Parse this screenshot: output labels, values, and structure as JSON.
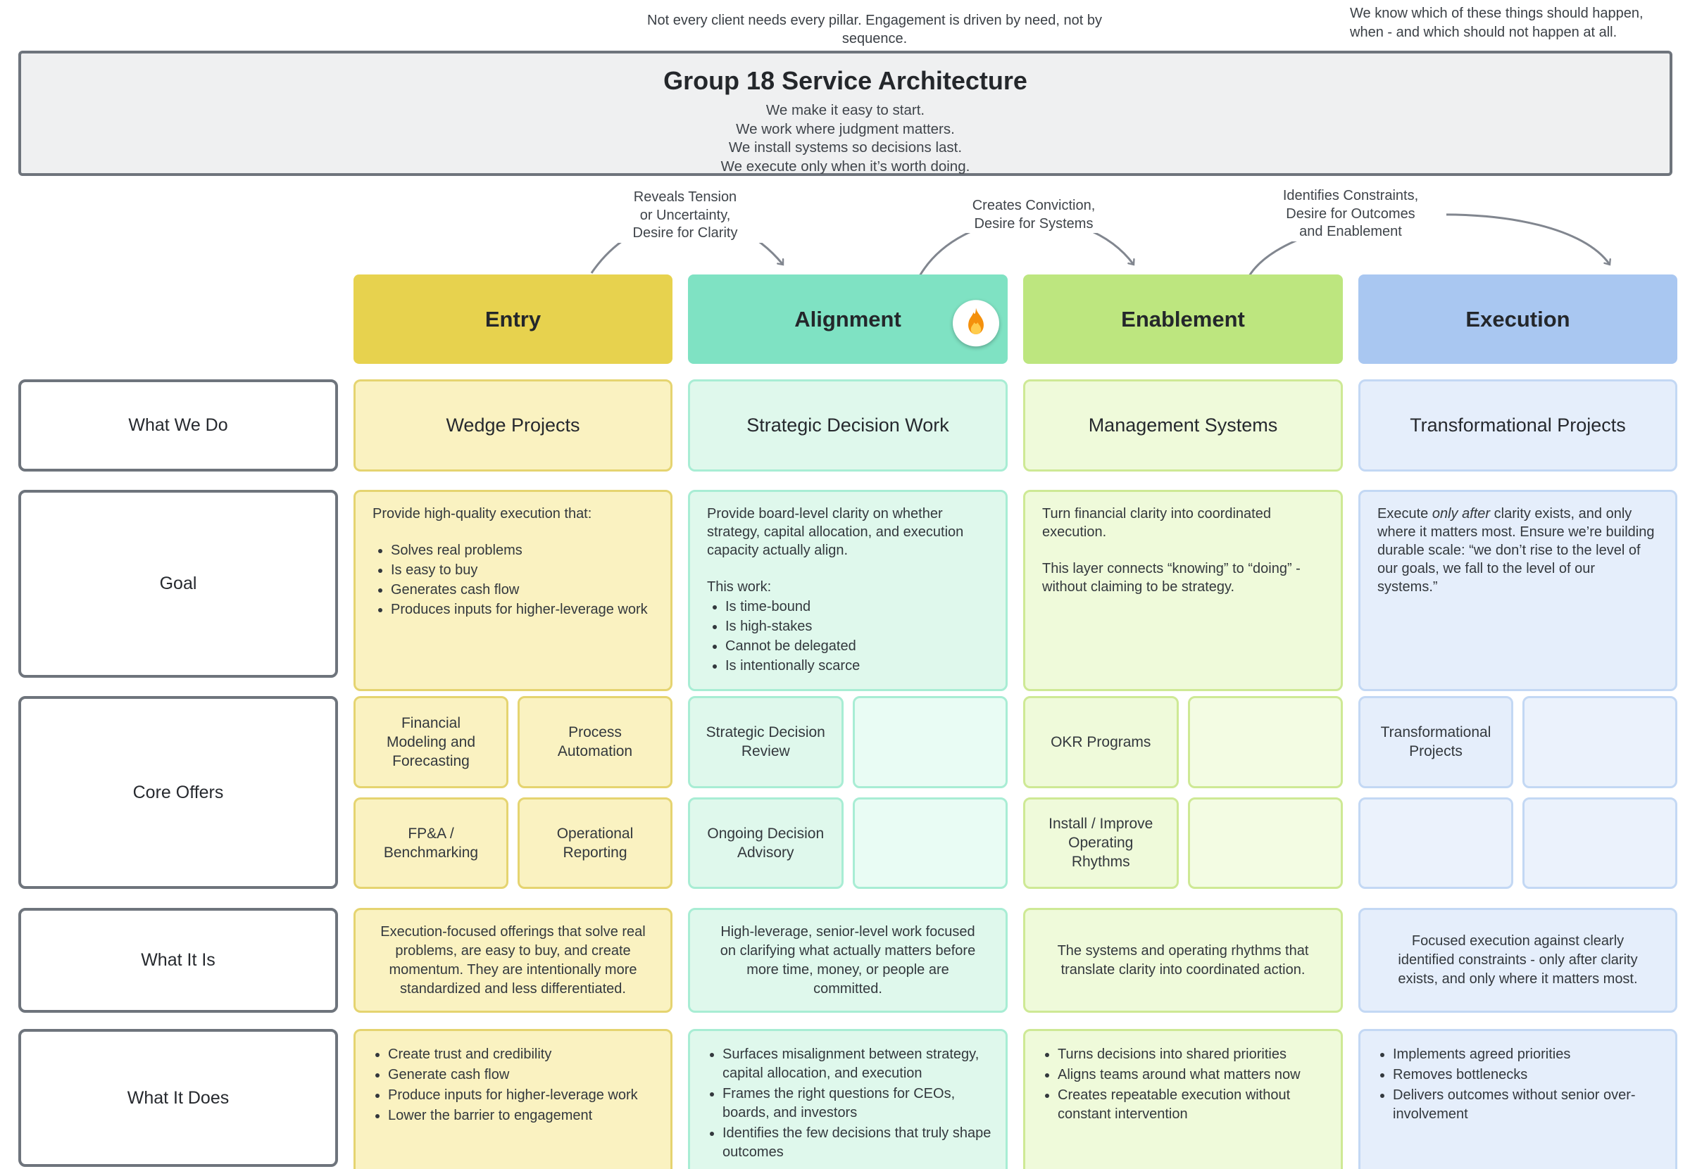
{
  "annotations": {
    "top_center": "Not every client needs every pillar. Engagement is driven by need, not by sequence.",
    "top_right": [
      "We know which of these things should happen,",
      "when - and which should not happen at all."
    ]
  },
  "header": {
    "title": "Group 18 Service Architecture",
    "taglines": [
      "We make it easy to start.",
      "We work where judgment matters.",
      "We install systems so decisions last.",
      "We execute only when it’s worth doing."
    ]
  },
  "arrow_labels": [
    {
      "lines": [
        "Reveals Tension",
        "or Uncertainty,",
        "Desire for Clarity"
      ]
    },
    {
      "lines": [
        "Creates Conviction,",
        "Desire for Systems"
      ]
    },
    {
      "lines": [
        "Identifies Constraints,",
        "Desire for Outcomes",
        "and Enablement"
      ]
    }
  ],
  "row_labels": [
    "What We Do",
    "Goal",
    "Core Offers",
    "What It Is",
    "What It Does"
  ],
  "pillars": [
    {
      "name": "Entry",
      "badge": null,
      "colors": {
        "header": "#E7D24E",
        "cell_bg": "#FAF2C1",
        "border": "#E5D470",
        "empty_bg": "#FBF5CF"
      },
      "what_we_do": "Wedge Projects",
      "goal": [
        {
          "type": "p",
          "parts": [
            {
              "text": "Provide high-quality execution that:"
            }
          ]
        },
        {
          "type": "ul",
          "items": [
            "Solves real problems",
            "Is easy to buy",
            "Generates cash flow",
            "Produces inputs for higher-leverage work"
          ]
        }
      ],
      "core_offers": [
        "Financial Modeling and Forecasting",
        "Process Automation",
        "FP&A / Benchmarking",
        "Operational Reporting"
      ],
      "what_it_is": "Execution-focused offerings that solve real problems, are easy to buy, and create momentum. They are intentionally more standardized and less differentiated.",
      "what_it_does": [
        "Create trust and credibility",
        "Generate cash flow",
        "Produce inputs for higher-leverage work",
        "Lower the barrier to engagement"
      ]
    },
    {
      "name": "Alignment",
      "badge": "fire",
      "colors": {
        "header": "#7FE2C3",
        "cell_bg": "#DFF8EC",
        "border": "#A8EDD4",
        "empty_bg": "#E9FCF4"
      },
      "what_we_do": "Strategic Decision Work",
      "goal": [
        {
          "type": "p",
          "parts": [
            {
              "text": "Provide board-level clarity on whether strategy, capital allocation, and execution capacity actually align."
            }
          ]
        },
        {
          "type": "p",
          "tight": true,
          "parts": [
            {
              "text": "This work:"
            }
          ]
        },
        {
          "type": "ul",
          "items": [
            "Is time-bound",
            "Is high-stakes",
            "Cannot be delegated",
            "Is intentionally scarce"
          ]
        }
      ],
      "core_offers": [
        "Strategic Decision Review",
        "",
        "Ongoing Decision Advisory",
        ""
      ],
      "what_it_is": "High-leverage, senior-level work focused on clarifying what actually matters before more time, money, or people are committed.",
      "what_it_does": [
        "Surfaces misalignment between strategy, capital allocation, and execution",
        "Frames the right questions for CEOs, boards, and investors",
        "Identifies the few decisions that truly shape outcomes"
      ]
    },
    {
      "name": "Enablement",
      "badge": null,
      "colors": {
        "header": "#BDE67F",
        "cell_bg": "#EFFADA",
        "border": "#CEE995",
        "empty_bg": "#F3FCE3"
      },
      "what_we_do": "Management Systems",
      "goal": [
        {
          "type": "p",
          "parts": [
            {
              "text": "Turn financial clarity into coordinated execution."
            }
          ]
        },
        {
          "type": "p",
          "parts": [
            {
              "text": "This layer connects “knowing” to “doing” - without claiming to be strategy."
            }
          ]
        }
      ],
      "core_offers": [
        "OKR Programs",
        "",
        "Install / Improve Operating Rhythms",
        ""
      ],
      "what_it_is": "The systems and operating rhythms that translate clarity into coordinated action.",
      "what_it_does": [
        "Turns decisions into shared priorities",
        "Aligns teams around what matters now",
        "Creates repeatable execution without constant intervention"
      ]
    },
    {
      "name": "Execution",
      "badge": null,
      "colors": {
        "header": "#A9C7F1",
        "cell_bg": "#E5EEFB",
        "border": "#C3D8F4",
        "empty_bg": "#EBF2FC"
      },
      "what_we_do": "Transformational Projects",
      "goal": [
        {
          "type": "p",
          "parts": [
            {
              "text": "Execute "
            },
            {
              "text": "only after",
              "italic": true
            },
            {
              "text": " clarity exists, and only where it matters most. Ensure we’re building durable scale: “we don’t rise to the level of our goals, we fall to the level of our systems.”"
            }
          ]
        }
      ],
      "core_offers": [
        "Transformational Projects",
        "",
        "",
        ""
      ],
      "what_it_is": "Focused execution against clearly identified constraints - only after clarity exists, and only where it matters most.",
      "what_it_does": [
        "Implements agreed priorities",
        "Removes bottlenecks",
        "Delivers outcomes without senior over-involvement"
      ]
    }
  ]
}
